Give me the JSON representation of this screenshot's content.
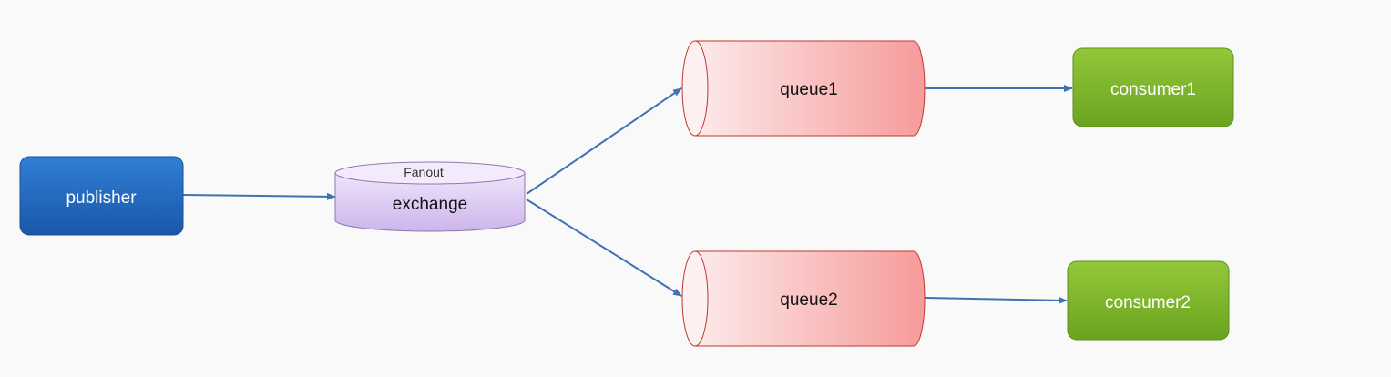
{
  "nodes": {
    "publisher": {
      "label": "publisher"
    },
    "exchange": {
      "type_label": "Fanout",
      "label": "exchange"
    },
    "queue1": {
      "label": "queue1"
    },
    "queue2": {
      "label": "queue2"
    },
    "consumer1": {
      "label": "consumer1"
    },
    "consumer2": {
      "label": "consumer2"
    }
  },
  "edges": [
    {
      "from": "publisher",
      "to": "exchange"
    },
    {
      "from": "exchange",
      "to": "queue1"
    },
    {
      "from": "exchange",
      "to": "queue2"
    },
    {
      "from": "queue1",
      "to": "consumer1"
    },
    {
      "from": "queue2",
      "to": "consumer2"
    }
  ],
  "colors": {
    "publisher": "#1e5fb0",
    "exchange": "#d9c6f0",
    "queue": "#f8a0a0",
    "consumer": "#7cb529",
    "arrow": "#3f72b5"
  }
}
